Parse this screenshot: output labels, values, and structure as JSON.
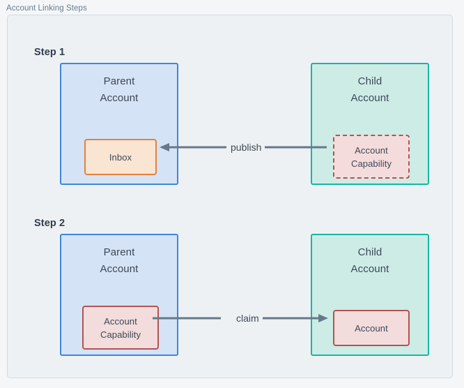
{
  "diagram": {
    "caption": "Account Linking Steps",
    "type": "flow-diagram",
    "colors": {
      "page_background": "#f4f6f8",
      "frame_background": "#eef1f4",
      "frame_border": "#d3dae2",
      "parent_fill": "#d5e3f6",
      "parent_border": "#3d87da",
      "child_fill": "#cdece6",
      "child_border": "#16b7a4",
      "inbox_fill": "#fae4d2",
      "inbox_border": "#e5813b",
      "capability_fill": "#f2dcdc",
      "capability_border": "#b4534f",
      "arrow": "#66788a",
      "label_text": "#3c4858",
      "caption_text": "#6b7a8c"
    },
    "steps": [
      {
        "label": "Step 1",
        "left_node": {
          "title": "Parent\nAccount",
          "kind": "parent",
          "inner": {
            "label": "Inbox",
            "style": "orange-solid"
          }
        },
        "right_node": {
          "title": "Child\nAccount",
          "kind": "child",
          "inner": {
            "label": "Account\nCapability",
            "style": "pink-dashed"
          }
        },
        "edge": {
          "label": "publish",
          "direction": "left",
          "from": "right_node",
          "to": "left_node"
        }
      },
      {
        "label": "Step 2",
        "left_node": {
          "title": "Parent\nAccount",
          "kind": "parent",
          "inner": {
            "label": "Account\nCapability",
            "style": "pink-solid"
          }
        },
        "right_node": {
          "title": "Child\nAccount",
          "kind": "child",
          "inner": {
            "label": "Account",
            "style": "pink-solid"
          }
        },
        "edge": {
          "label": "claim",
          "direction": "right",
          "from": "left_node",
          "to": "right_node"
        }
      }
    ]
  }
}
